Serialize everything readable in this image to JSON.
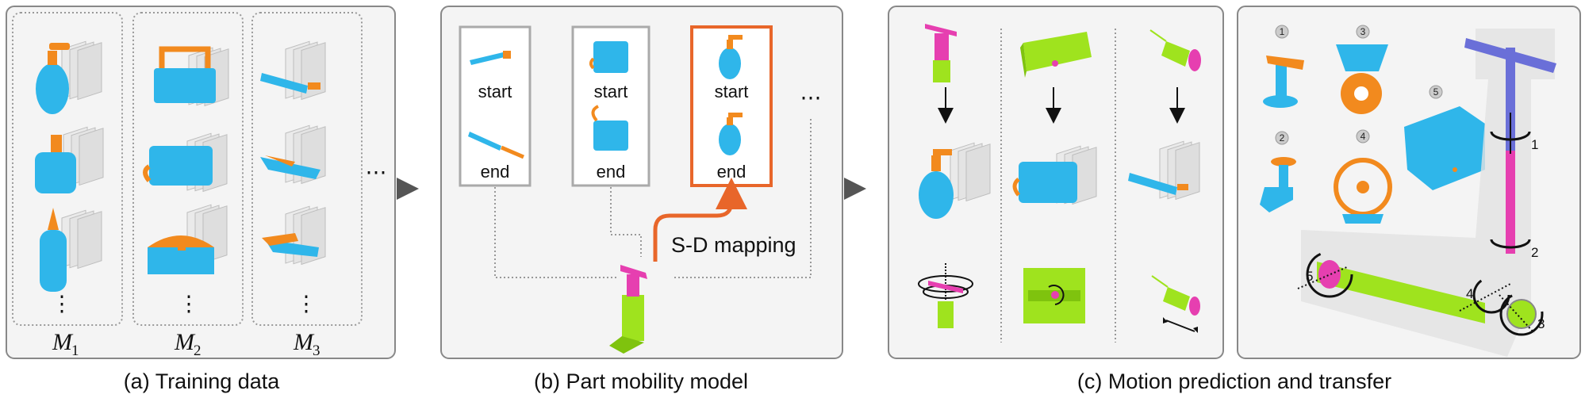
{
  "captions": {
    "a": "(a) Training data",
    "b": "(b) Part mobility model",
    "c": "(c) Motion prediction and transfer"
  },
  "models": [
    {
      "label": "M",
      "sub": "1"
    },
    {
      "label": "M",
      "sub": "2"
    },
    {
      "label": "M",
      "sub": "3"
    }
  ],
  "ellipsis": "⋯",
  "vdots": "⋮",
  "pairs": [
    {
      "start": "start",
      "end": "end"
    },
    {
      "start": "start",
      "end": "end"
    },
    {
      "start": "start",
      "end": "end"
    }
  ],
  "mapping_label": "S-D mapping",
  "badges": [
    "1",
    "2",
    "3",
    "4",
    "5"
  ],
  "scooter_labels": [
    "1",
    "2",
    "3",
    "4",
    "5"
  ],
  "colors": {
    "blue": "#2fb6ea",
    "orange": "#f28a1e",
    "magenta": "#e63fb0",
    "lime": "#9fe31e",
    "highlight": "#e8662a",
    "purple": "#6a6fd8",
    "frame": "#888888"
  },
  "icons": {
    "arrow_right": "triangle-arrow-icon",
    "arrow_down": "down-arrow-icon",
    "rotation": "rotation-arrow-icon"
  }
}
